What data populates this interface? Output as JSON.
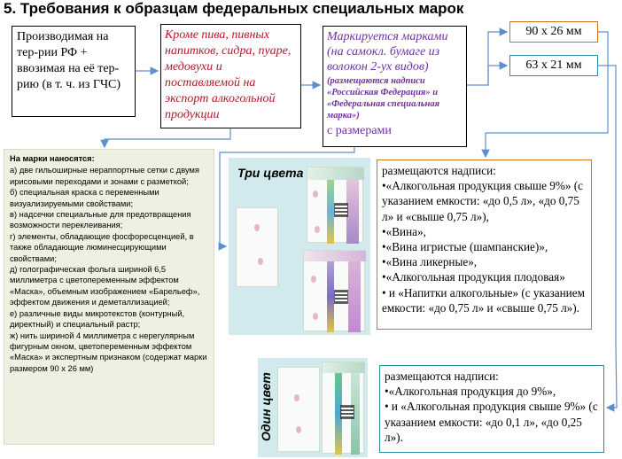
{
  "title": "5. Требования к образцам федеральных специальных марок",
  "origin_box": "Производимая на тер-рии РФ + ввозимая на её тер-рию (в т. ч. из ГЧС)",
  "exception_box": "Кроме пива, пивных напитков, сидра, пуаре, медовухи и поставляемой на экспорт алкогольной продукции",
  "marked_box": {
    "line1": "Маркируется марками (на самокл. бумаге из волокон 2-ух видов)",
    "line2": "(размещаются надписи «Российская Федерация» и «Федеральная специальная марка»)",
    "line3": "с размерами"
  },
  "sizes": [
    "90 х 26 мм",
    "63 х 21 мм"
  ],
  "notes": {
    "heading": "На марки наносятся:",
    "items": [
      "а) две гильоширные нераппортные сетки с двумя ирисовыми переходами и зонами с разметкой;",
      "б) специальная краска с переменными визуализируемыми свойствами;",
      "в) надсечки специальные для предотвращения возможности переклеивания;",
      "г) элементы, обладающие фосфоресценцией, в также обладающие люминесцирующими свойствами;",
      "д) голографическая фольга шириной 6,5 миллиметра с цветопеременным эффектом «Маска», объемным изображением «Барельеф», эффектом движения и деметаллизацией;",
      "е) различные виды микротекстов (контурный, директный) и специальный растр;",
      "ж) нить шириной 4 миллиметра с нерегулярным фигурным окном, цветопеременным эффектом «Маска» и экспертным признаком (содержат марки размером 90 х 26 мм)"
    ]
  },
  "panel_three_colors": "Три цвета",
  "panel_one_color": "Один цвет",
  "desc_three": {
    "intro": "размещаются надписи:",
    "items": [
      "•«Алкогольная продукция свыше 9%» (с указанием емкости:  «до 0,5 л», «до 0,75 л» и «свыше 0,75 л»),",
      "•«Вина»,",
      "•«Вина игристые (шампанские)»,",
      "•«Вина ликерные»,",
      "•«Алкогольная продукция плодовая»",
      "• и «Напитки алкогольные» (с указанием емкости: «до 0,75 л» и «свыше 0,75 л»)."
    ]
  },
  "desc_one": {
    "intro": "размещаются надписи:",
    "items": [
      "•«Алкогольная продукция до 9%»,",
      "• и «Алкогольная продукция свыше 9%» (с указанием емкости:  «до 0,1 л», «до 0,25 л»)."
    ]
  },
  "colors": {
    "exception_text": "#b0182a",
    "marked_text": "#7030a0",
    "orange_border": "#c9761e",
    "teal_border": "#2e8fa0"
  }
}
